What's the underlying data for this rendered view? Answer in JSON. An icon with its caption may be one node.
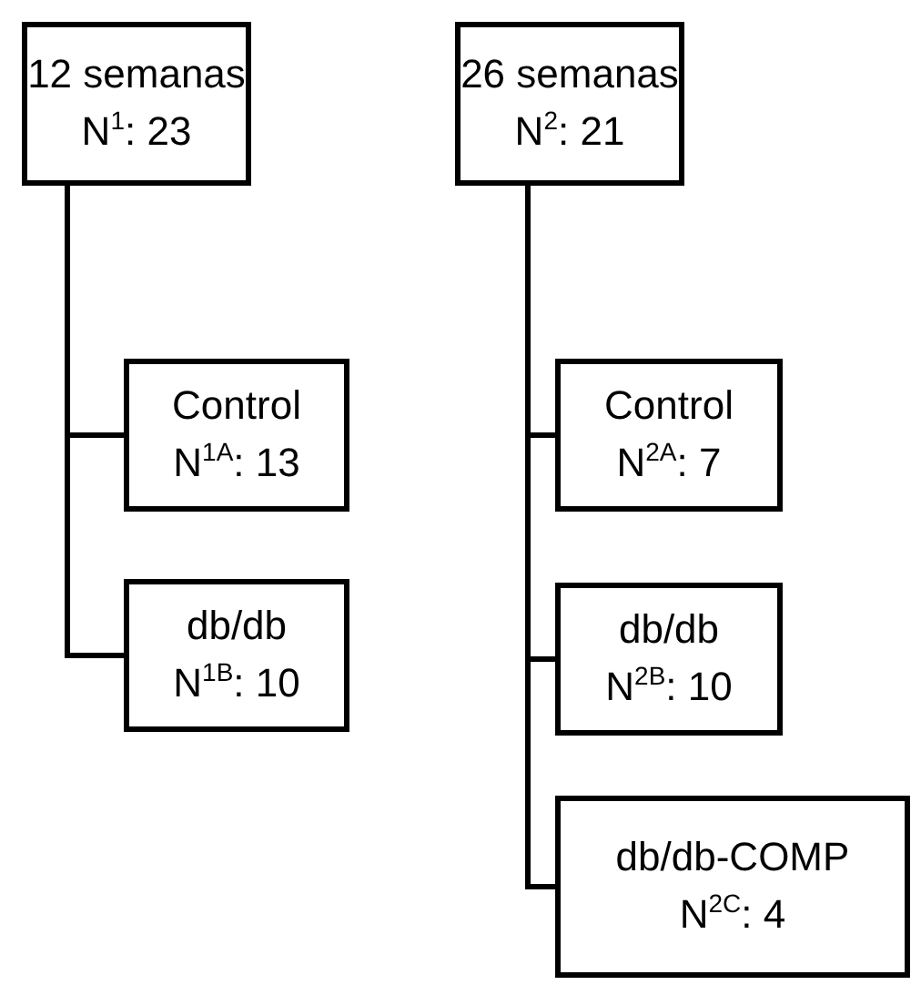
{
  "diagram": {
    "nodes": [
      {
        "text": [
          "12 semanas",
          "N$^{1}$: 23"
        ]
      },
      {
        "text": [
          "Control",
          "N$^{1A}$: 13"
        ]
      },
      {
        "text": [
          "db/db",
          "N$^{1B}$: 10"
        ]
      },
      {
        "text": [
          "26 semanas",
          "N$^{2}$: 21"
        ]
      },
      {
        "text": [
          "Control",
          "N$^{2A}$: 7"
        ]
      },
      {
        "text": [
          "db/db",
          "N$^{2B}$: 10"
        ]
      },
      {
        "text": [
          "db/db-COMP",
          "N$^{2C}$: 4"
        ]
      }
    ],
    "edges": [
      {
        "from": 0,
        "to": 1,
        "arrow": "none"
      },
      {
        "from": 0,
        "to": 2,
        "arrow": "none"
      },
      {
        "from": 3,
        "to": 4,
        "arrow": "none"
      },
      {
        "from": 3,
        "to": 5,
        "arrow": "none"
      },
      {
        "from": 3,
        "to": 6,
        "arrow": "none"
      }
    ]
  }
}
